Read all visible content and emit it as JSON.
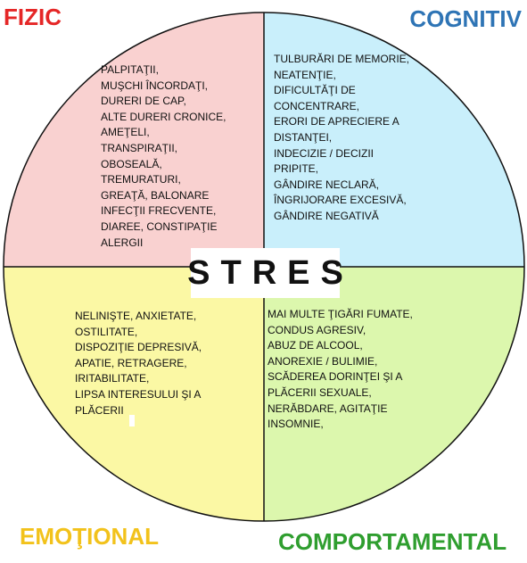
{
  "colors": {
    "fizic_fill": "#f9d1d0",
    "cognitiv_fill": "#c9effb",
    "emotional_fill": "#fbf8a4",
    "comportamental_fill": "#dcf7ad",
    "fizic_title": "#e52727",
    "cognitiv_title": "#2e74b5",
    "emotional_title": "#f2c21b",
    "comportamental_title": "#2f9e2f",
    "outline": "#111111"
  },
  "center": {
    "label": "STRES"
  },
  "quadrants": {
    "fizic": {
      "title": "FIZIC",
      "items": [
        "PALPITAŢII,",
        "MUŞCHI ÎNCORDAŢI,",
        "DURERI DE CAP,",
        "ALTE DURERI CRONICE,",
        "AMEŢELI,",
        "TRANSPIRAŢII,",
        "OBOSEALĂ,",
        "TREMURATURI,",
        "GREAŢĂ, BALONARE",
        "INFECŢII FRECVENTE,",
        "DIAREE, CONSTIPAŢIE",
        "ALERGII"
      ]
    },
    "cognitiv": {
      "title": "COGNITIV",
      "items": [
        "TULBURĂRI DE MEMORIE,",
        "NEATENŢIE,",
        "DIFICULTĂŢI DE",
        "CONCENTRARE,",
        "ERORI DE APRECIERE A",
        "DISTANŢEI,",
        "INDECIZIE / DECIZII",
        "PRIPITE,",
        "GÂNDIRE NECLARĂ,",
        "ÎNGRIJORARE EXCESIVĂ,",
        "GÂNDIRE NEGATIVĂ"
      ]
    },
    "emotional": {
      "title": "EMOŢIONAL",
      "items": [
        "NELINIŞTE, ANXIETATE,",
        "OSTILITATE,",
        "DISPOZIŢIE DEPRESIVĂ,",
        "APATIE, RETRAGERE,",
        "IRITABILITATE,",
        "LIPSA INTERESULUI ŞI A",
        "PLĂCERII"
      ]
    },
    "comportamental": {
      "title": "COMPORTAMENTAL",
      "items": [
        "MAI MULTE ŢIGĂRI FUMATE,",
        "CONDUS AGRESIV,",
        "ABUZ DE ALCOOL,",
        "ANOREXIE / BULIMIE,",
        "SCĂDEREA DORINŢEI ŞI A",
        "PLĂCERII SEXUALE,",
        "NERĂBDARE, AGITAŢIE",
        "INSOMNIE,"
      ]
    }
  }
}
